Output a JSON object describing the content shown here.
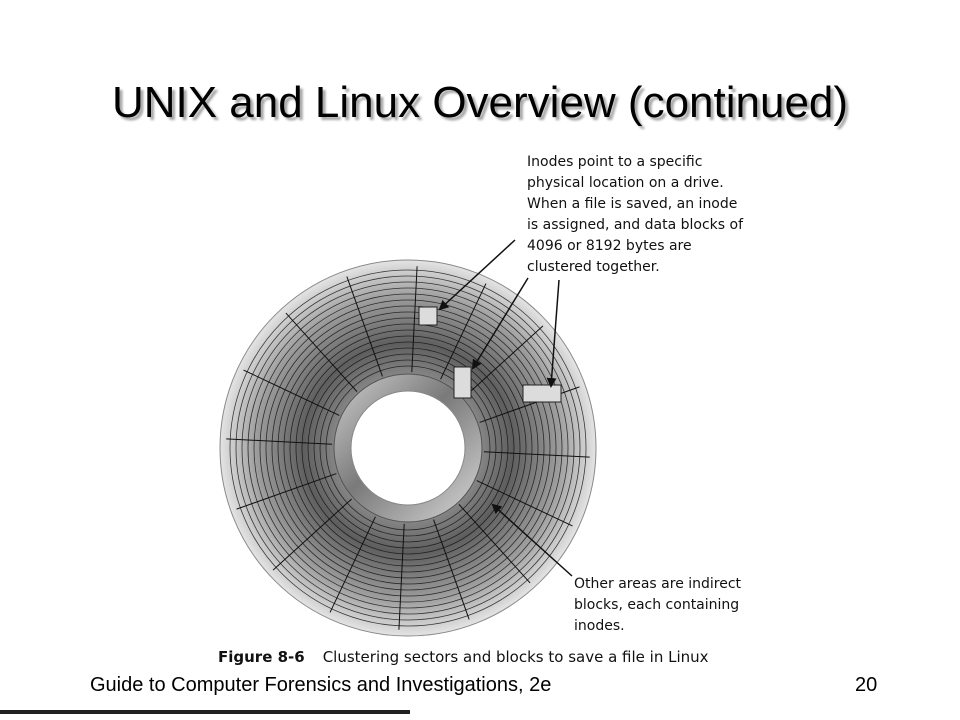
{
  "slide": {
    "title": "UNIX and Linux Overview (continued)",
    "footer": "Guide to Computer Forensics and Investigations, 2e",
    "page_number": "20"
  },
  "figure": {
    "label": "Figure 8-6",
    "caption": "Clustering sectors and blocks to save a file in Linux",
    "callouts": {
      "top": [
        "Inodes point to a specific",
        "physical location on a drive.",
        "When a file is saved, an inode",
        "is assigned, and data blocks of",
        "4096 or 8192 bytes are",
        "clustered together."
      ],
      "bottom": [
        "Other areas are indirect",
        "blocks, each containing",
        "inodes."
      ]
    }
  },
  "colors": {
    "disk_light": "#f2f2f2",
    "disk_dark": "#6e6e6e",
    "lines": "#111111",
    "block_fill": "#dcdcdc"
  }
}
